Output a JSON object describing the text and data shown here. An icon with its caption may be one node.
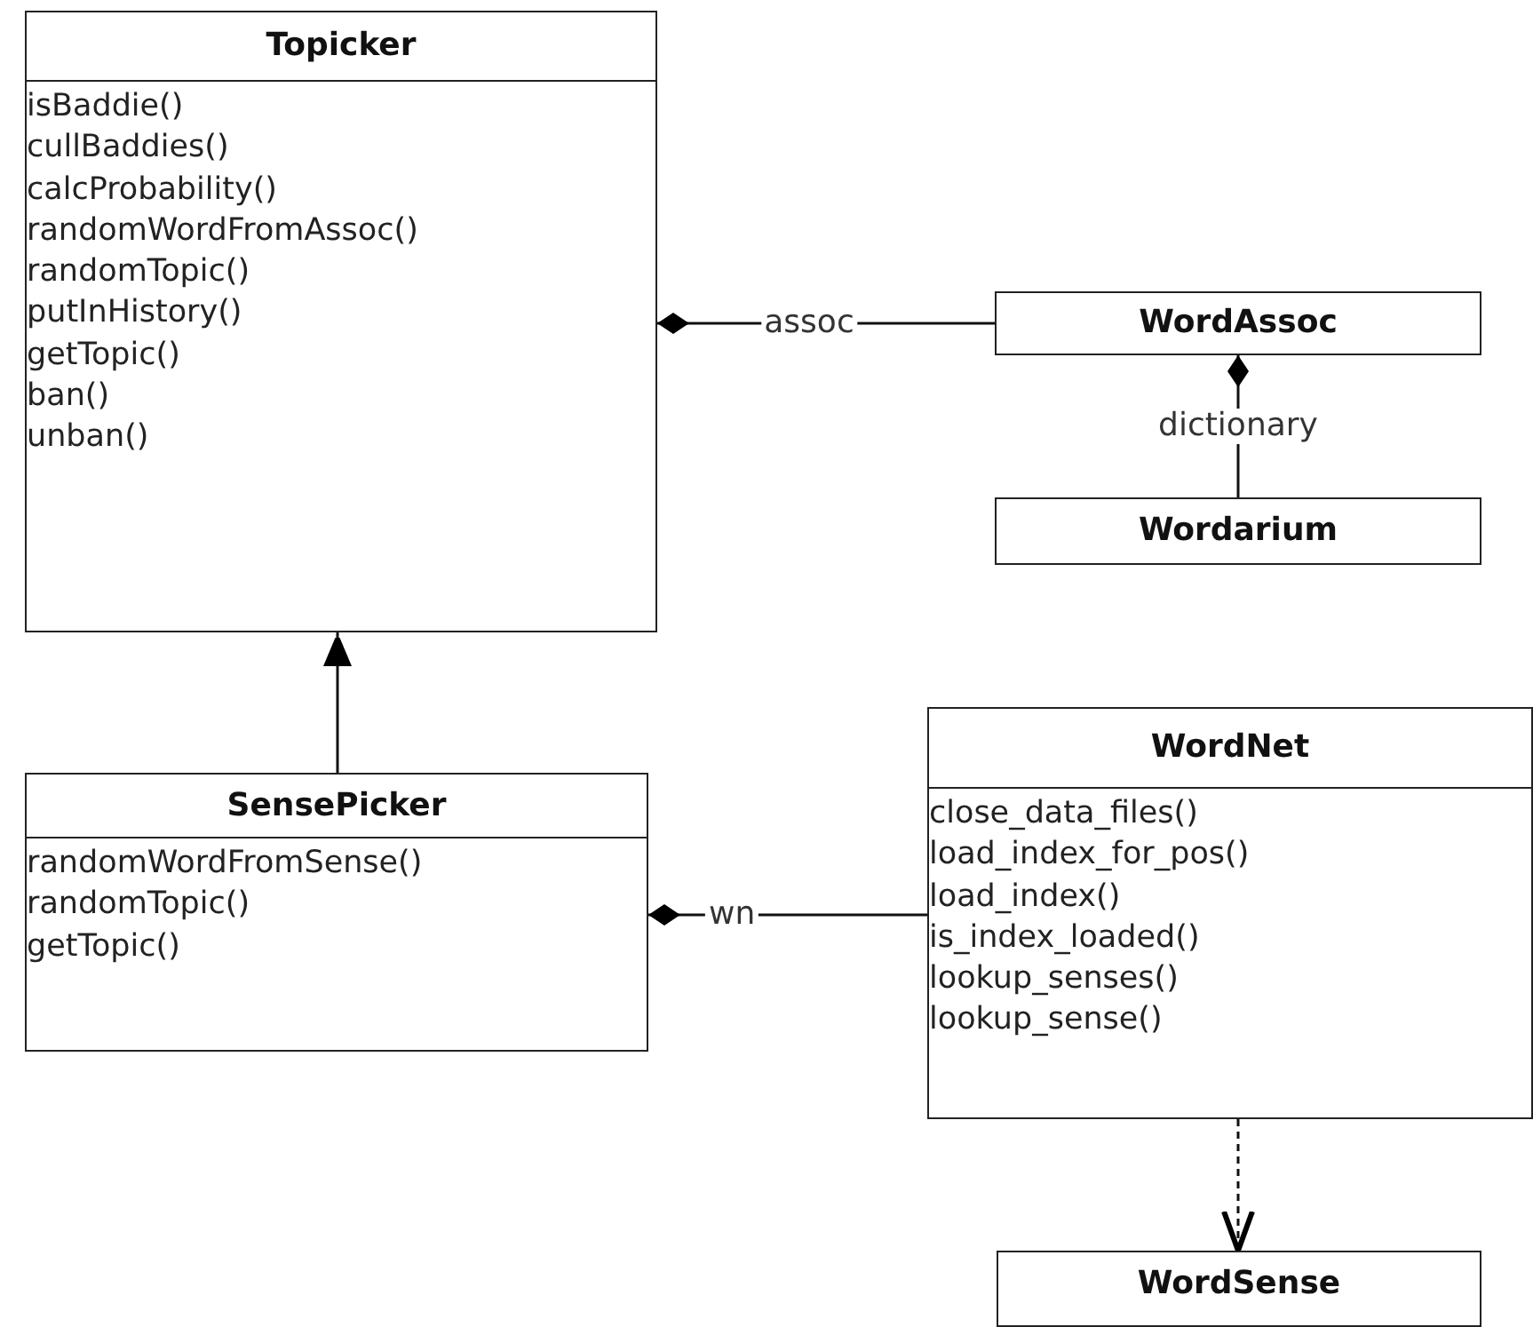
{
  "diagram": {
    "nodes": [
      {
        "text": [
          "Topicker",
          "isBaddie()",
          "cullBaddies()",
          "calcProbability()",
          "randomWordFromAssoc()",
          "randomTopic()",
          "putInHistory()",
          "getTopic()",
          "ban()",
          "unban()"
        ]
      },
      {
        "text": [
          "WordAssoc"
        ]
      },
      {
        "text": [
          "Wordarium"
        ]
      },
      {
        "text": [
          "SensePicker",
          "randomWordFromSense()",
          "randomTopic()",
          "getTopic()"
        ]
      },
      {
        "text": [
          "WordNet",
          "close_data_files()",
          "load_index_for_pos()",
          "load_index()",
          "is_index_loaded()",
          "lookup_senses()",
          "lookup_sense()"
        ]
      },
      {
        "text": [
          "WordSense"
        ]
      }
    ],
    "edges": [
      {
        "from": 0,
        "to": 1,
        "arrow": "other",
        "label": "assoc"
      },
      {
        "from": 1,
        "to": 2,
        "arrow": "other",
        "label": "dictionary"
      },
      {
        "from": 3,
        "to": 0,
        "arrow": "to"
      },
      {
        "from": 3,
        "to": 4,
        "arrow": "other",
        "label": "wn"
      },
      {
        "from": 4,
        "to": 5,
        "arrow": "to",
        "style": "dashed"
      }
    ]
  }
}
